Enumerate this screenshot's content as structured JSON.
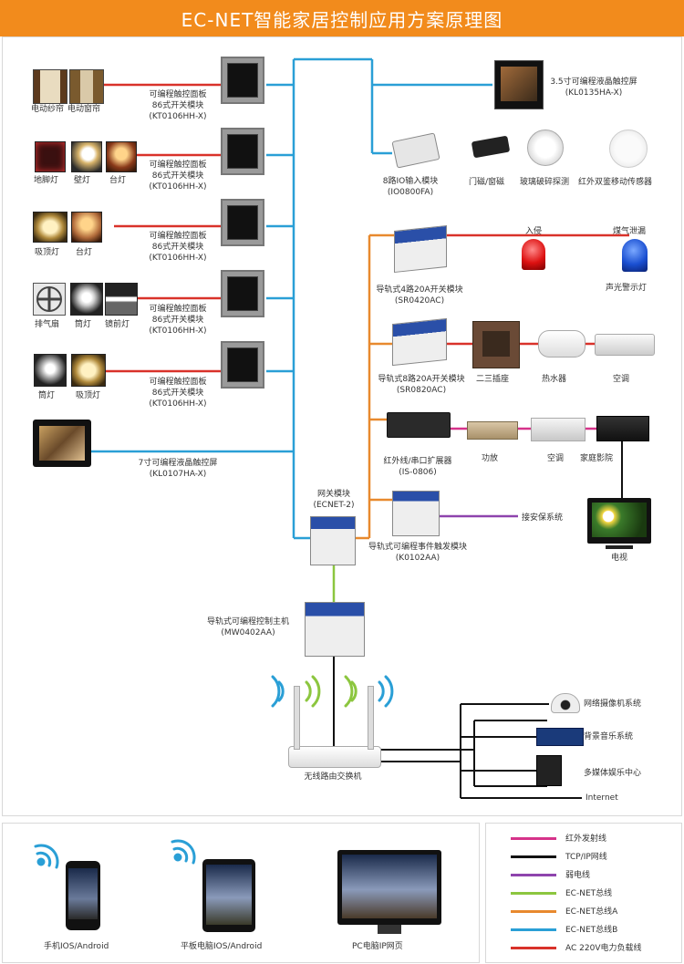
{
  "title": "EC-NET智能家居控制应用方案原理图",
  "panel_label": [
    "可编程触控面板",
    "86式开关模块",
    "(KT0106HH-X)"
  ],
  "rows": [
    {
      "devices": [
        "电动纱帘",
        "电动窗帘"
      ]
    },
    {
      "devices": [
        "地脚灯",
        "壁灯",
        "台灯"
      ]
    },
    {
      "devices": [
        "吸顶灯",
        "台灯"
      ]
    },
    {
      "devices": [
        "排气扇",
        "筒灯",
        "镜前灯"
      ]
    },
    {
      "devices": [
        "筒灯",
        "吸顶灯"
      ]
    }
  ],
  "lcd7": [
    "7寸可编程液晶触控屏",
    "(KL0107HA-X)"
  ],
  "lcd35": [
    "3.5寸可编程液晶触控屏",
    "(KL0135HA-X)"
  ],
  "io_module": [
    "8路IO输入模块",
    "(IO0800FA)"
  ],
  "sensors": [
    "门磁/窗磁",
    "玻璃破碎探测",
    "红外双鉴移动传感器"
  ],
  "sr0420": [
    "导轨式4路20A开关模块",
    "(SR0420AC)"
  ],
  "intrusion": "入侵",
  "gas_leak": "煤气泄漏",
  "alarm_light": "声光警示灯",
  "sr0820": [
    "导轨式8路20A开关模块",
    "(SR0820AC)"
  ],
  "sr0820_devices": [
    "二三插座",
    "热水器",
    "空调"
  ],
  "is0806": [
    "红外线/串口扩展器",
    "(IS-0806)"
  ],
  "is_devices": [
    "功放",
    "空调",
    "家庭影院"
  ],
  "gateway": [
    "网关模块",
    "(ECNET-2)"
  ],
  "k0102": [
    "导轨式可编程事件触发模块",
    "(K0102AA)"
  ],
  "security": "接安保系统",
  "tv": "电视",
  "host": [
    "导轨式可编程控制主机",
    "(MW0402AA)"
  ],
  "router": "无线路由交换机",
  "network": [
    "网络摄像机系统",
    "背景音乐系统",
    "多媒体娱乐中心",
    "Internet"
  ],
  "clients": [
    "手机IOS/Android",
    "平板电脑IOS/Android",
    "PC电脑IP网页"
  ],
  "legend": [
    {
      "label": "红外发射线",
      "color": "#d6338a"
    },
    {
      "label": "TCP/IP网线",
      "color": "#111111"
    },
    {
      "label": "弱电线",
      "color": "#8e44ad"
    },
    {
      "label": "EC-NET总线",
      "color": "#8cc63f"
    },
    {
      "label": "EC-NET总线A",
      "color": "#e8892e"
    },
    {
      "label": "EC-NET总线B",
      "color": "#2a9fd6"
    },
    {
      "label": "AC 220V电力负载线",
      "color": "#d9322a"
    }
  ]
}
